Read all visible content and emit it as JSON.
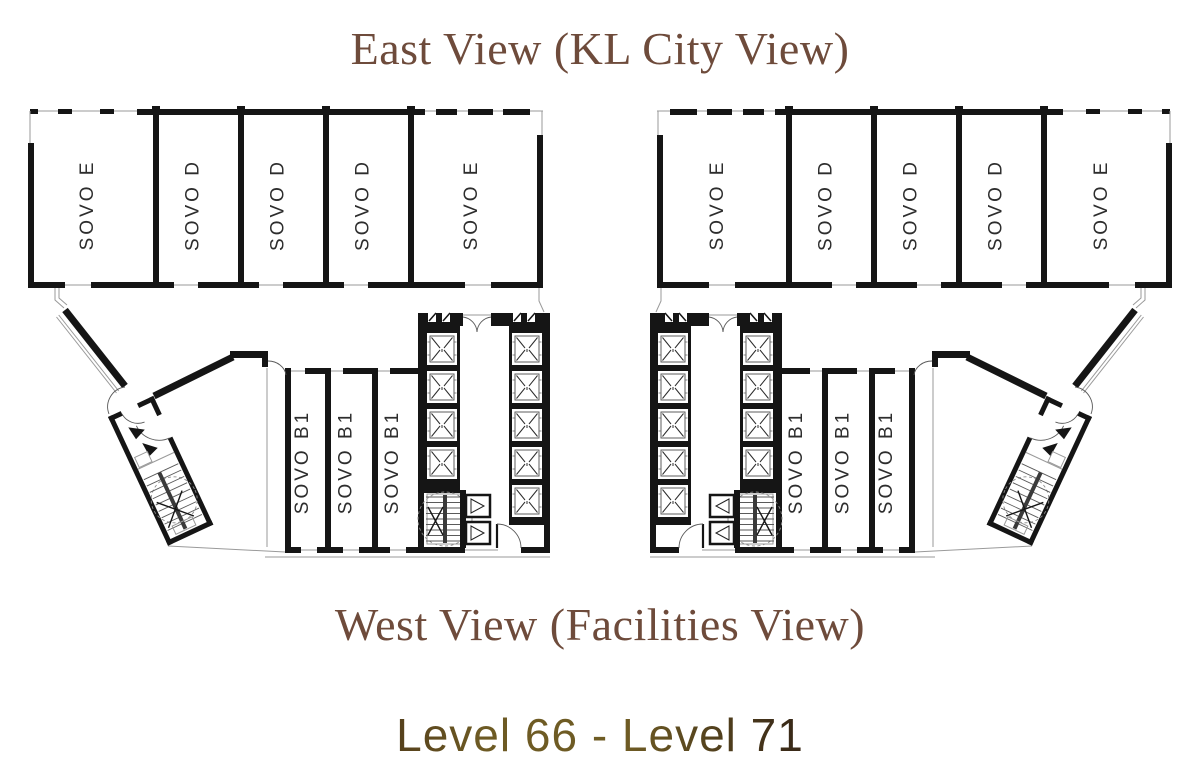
{
  "page": {
    "background_color": "#ffffff"
  },
  "header": {
    "title": "East View (KL City View)"
  },
  "footer": {
    "subtitle": "West View (Facilities View)",
    "level_range": "Level 66 - Level 71"
  },
  "colors": {
    "title_brown": "#6e4b3b",
    "level_dark_brown": "#43301b",
    "level_olive": "#6d5a24",
    "wall_black": "#151515",
    "thin_line_gray": "#9a9a9a"
  },
  "icons": {
    "elevator_icon": "square-with-corner-x",
    "stair_icon": "parallel-treads-with-break-cross",
    "door_icon": "quarter-arc-swing",
    "double_door_icon": "two-quarter-arcs"
  },
  "plans": [
    {
      "name": "floor-plan-left",
      "top_units": [
        "SOVO E",
        "SOVO D",
        "SOVO D",
        "SOVO D",
        "SOVO E"
      ],
      "inner_units": [
        "SOVO B1",
        "SOVO B1",
        "SOVO B1"
      ],
      "core": {
        "elevators_left_bank": 4,
        "elevators_right_bank": 5,
        "stairs": 2,
        "angled_stair_unit": "left"
      }
    },
    {
      "name": "floor-plan-right",
      "top_units": [
        "SOVO E",
        "SOVO D",
        "SOVO D",
        "SOVO D",
        "SOVO E"
      ],
      "inner_units": [
        "SOVO B1",
        "SOVO B1",
        "SOVO B1"
      ],
      "core": {
        "elevators_left_bank": 5,
        "elevators_right_bank": 4,
        "stairs": 2,
        "angled_stair_unit": "right"
      }
    }
  ]
}
